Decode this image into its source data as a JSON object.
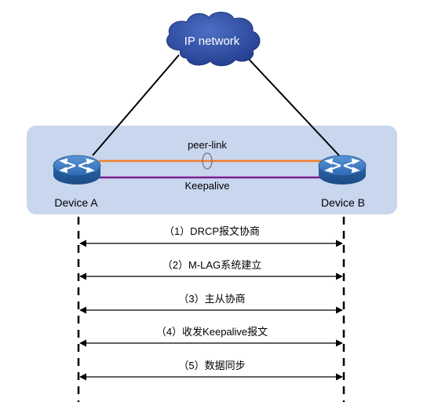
{
  "network": {
    "label": "IP network"
  },
  "devices": {
    "a": {
      "label": "Device A"
    },
    "b": {
      "label": "Device B"
    }
  },
  "links": {
    "peer_link": {
      "label": "peer-link",
      "color": "#f07d2f"
    },
    "keepalive": {
      "label": "Keepalive",
      "color": "#7a1f8f"
    }
  },
  "steps": [
    {
      "label": "（1）DRCP报文协商"
    },
    {
      "label": "（2）M-LAG系统建立"
    },
    {
      "label": "（3）主从协商"
    },
    {
      "label": "（4）收发Keepalive报文"
    },
    {
      "label": "（5）数据同步"
    }
  ],
  "colors": {
    "cloud": "#2e4aa0",
    "device_area": "#c8d6ee",
    "device_body": "#2e6fb8"
  },
  "icons": {
    "cloud": "cloud-icon",
    "device": "switch-icon"
  }
}
